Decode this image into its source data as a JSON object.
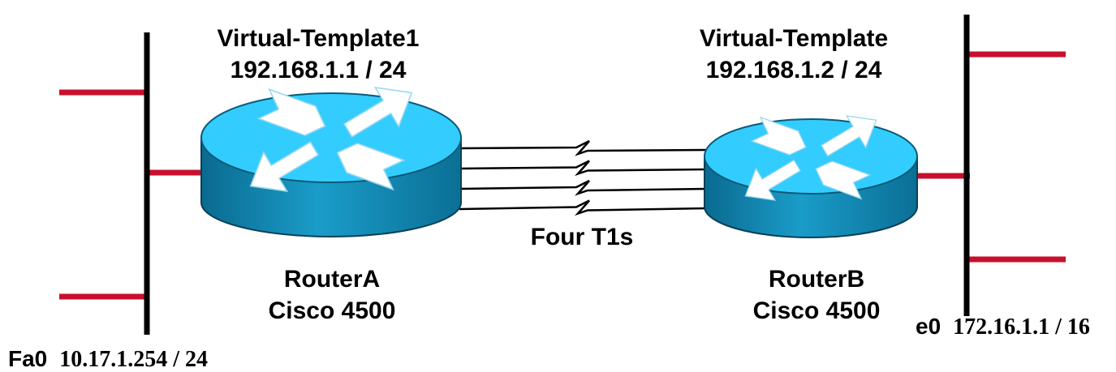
{
  "diagram": {
    "routers": [
      {
        "id": "routerA",
        "name": "RouterA",
        "model": "Cisco 4500",
        "interface_name": "Virtual-Template1",
        "interface_ip": "192.168.1.1 / 24"
      },
      {
        "id": "routerB",
        "name": "RouterB",
        "model": "Cisco 4500",
        "interface_name": "Virtual-Template",
        "interface_ip": "192.168.1.2 / 24"
      }
    ],
    "link_label": "Four T1s",
    "serial_link_count": 4,
    "lan_a": {
      "iface": "Fa0",
      "address": "10.17.1.254 / 24"
    },
    "lan_b": {
      "iface": "e0",
      "address": "172.16.1.1 / 16"
    },
    "colors": {
      "router_top": "#33ccff",
      "router_side": "#0e7ba3",
      "lan_line": "#c8102e",
      "backbone": "#000000",
      "arrows": "#ffffff"
    }
  }
}
